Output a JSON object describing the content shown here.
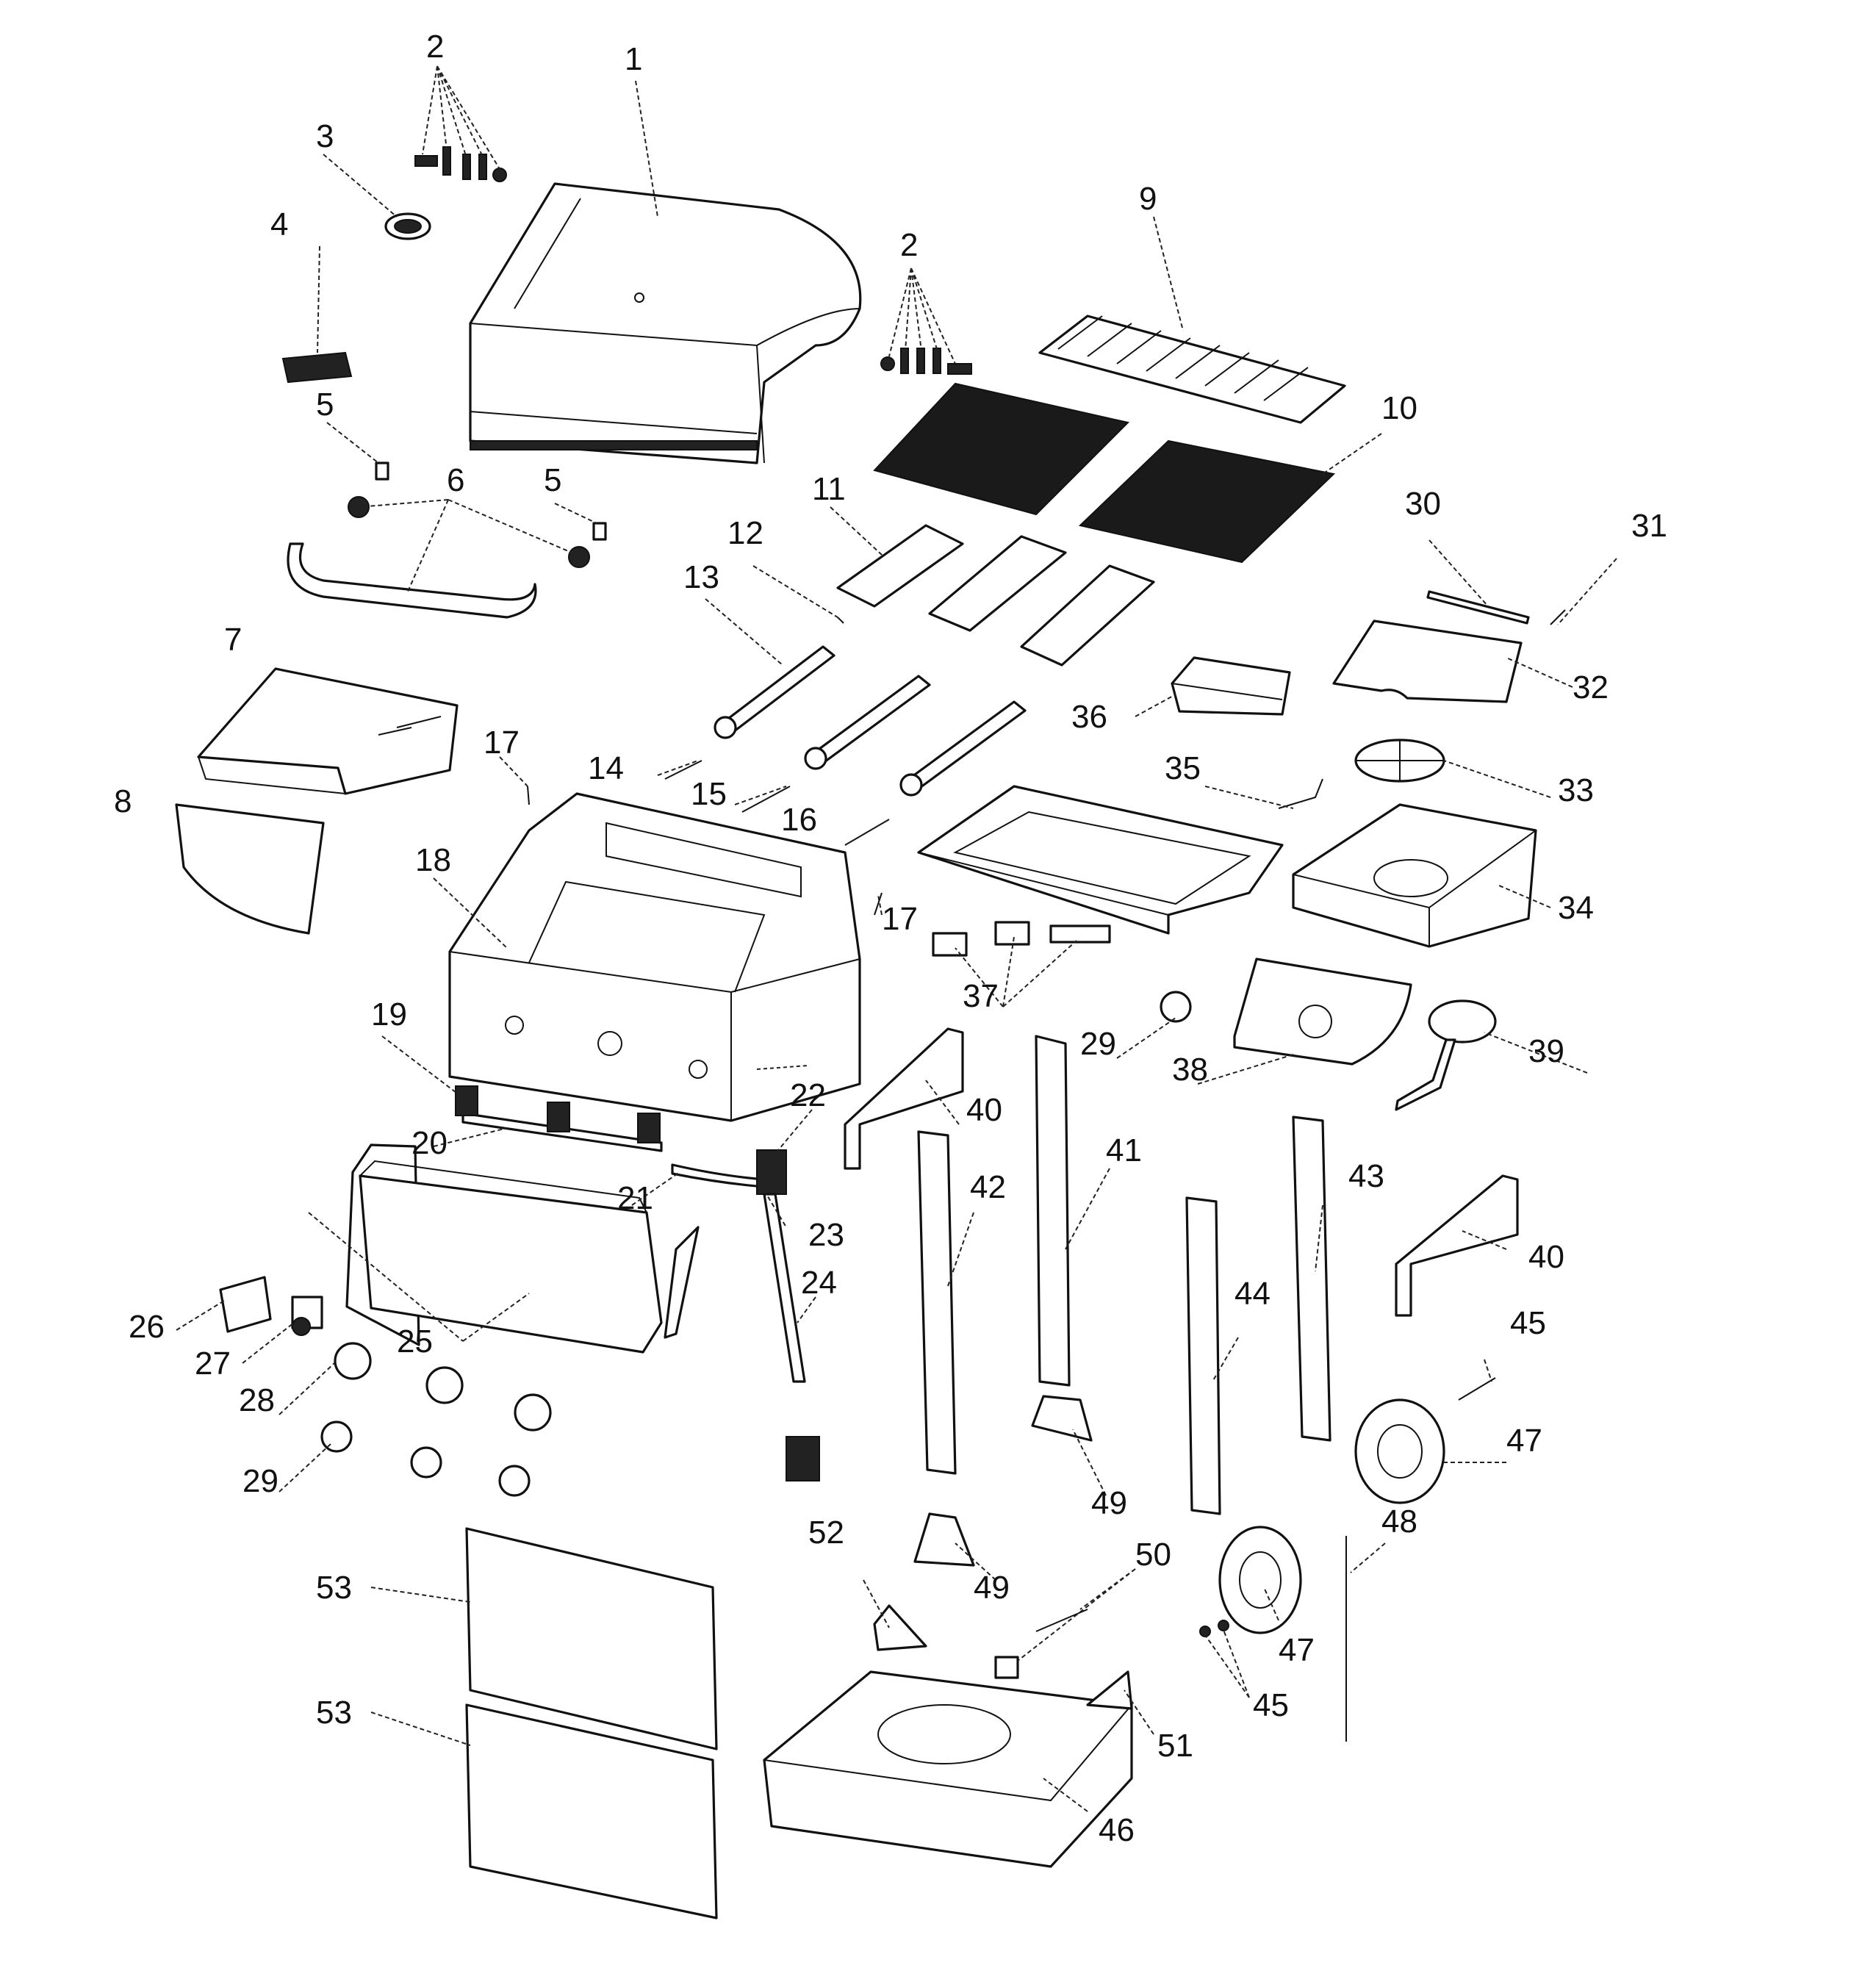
{
  "labels": {
    "p1": "1",
    "p2a": "2",
    "p2b": "2",
    "p3": "3",
    "p4": "4",
    "p5a": "5",
    "p5b": "5",
    "p6": "6",
    "p7": "7",
    "p8": "8",
    "p9": "9",
    "p10": "10",
    "p11": "11",
    "p12": "12",
    "p13": "13",
    "p14": "14",
    "p15": "15",
    "p16": "16",
    "p17a": "17",
    "p17b": "17",
    "p18": "18",
    "p19": "19",
    "p20": "20",
    "p21": "21",
    "p22": "22",
    "p23": "23",
    "p24": "24",
    "p25": "25",
    "p26": "26",
    "p27": "27",
    "p28": "28",
    "p29a": "29",
    "p29b": "29",
    "p30": "30",
    "p31": "31",
    "p32": "32",
    "p33": "33",
    "p34": "34",
    "p35": "35",
    "p36": "36",
    "p37": "37",
    "p38": "38",
    "p39": "39",
    "p40a": "40",
    "p40b": "40",
    "p41": "41",
    "p42": "42",
    "p43": "43",
    "p44": "44",
    "p45a": "45",
    "p45b": "45",
    "p46": "46",
    "p47a": "47",
    "p47b": "47",
    "p48": "48",
    "p49a": "49",
    "p49b": "49",
    "p50": "50",
    "p51": "51",
    "p52": "52",
    "p53a": "53",
    "p53b": "53"
  }
}
